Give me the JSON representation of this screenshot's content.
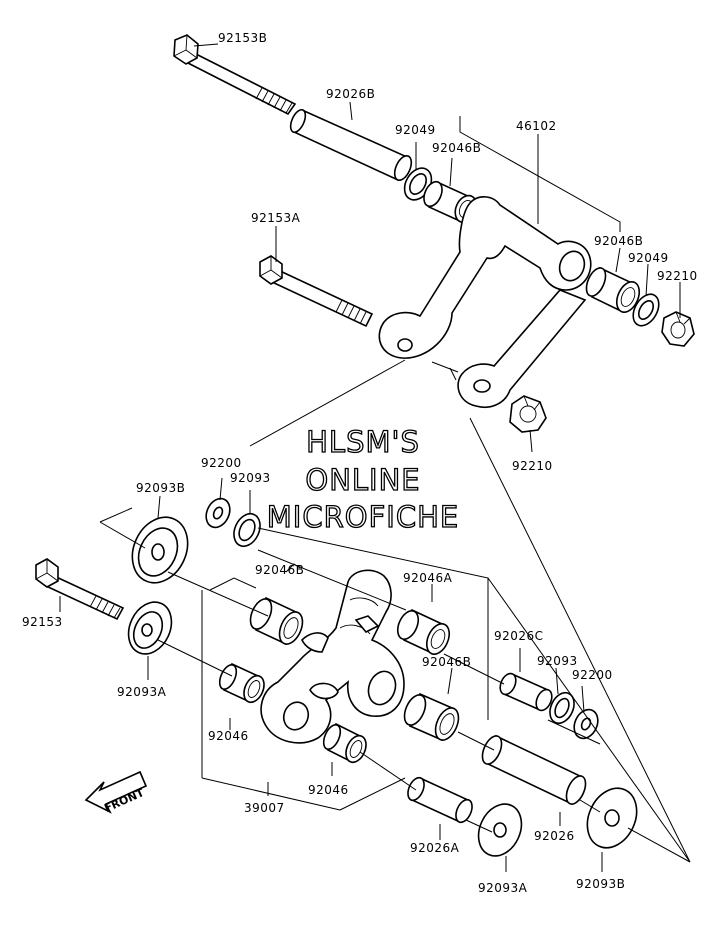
{
  "watermark": {
    "line1": "HLSM'S",
    "line2": "ONLINE",
    "line3": "MICROFICHE"
  },
  "front_arrow_label": "FRONT",
  "part_labels": {
    "bolt_long_upper": "92153B",
    "collar_upper": "92026B",
    "seal_upper": "92049",
    "bearing_upper_left": "92046B",
    "rod_assembly": "46102",
    "bolt_upper_middle": "92153A",
    "bearing_upper_right": "92046B",
    "seal_upper_right": "92049",
    "nut_upper_right": "92210",
    "nut_lower": "92210",
    "washer_left": "92200",
    "seal_left": "92093",
    "cap_left_upper": "92093B",
    "bearing_left": "92046B",
    "bearing_right_upper": "92046A",
    "bolt_lower": "92153",
    "collar_right": "92026C",
    "seal_right": "92093",
    "washer_right": "92200",
    "bearing_right_lower": "92046B",
    "cap_left_lower": "92093A",
    "needle_left": "92046",
    "needle_center": "92046",
    "arm_assembly": "39007",
    "collar_lower": "92026A",
    "collar_long_lower": "92026",
    "cap_right_lower": "92093A",
    "cap_right_far": "92093B"
  }
}
